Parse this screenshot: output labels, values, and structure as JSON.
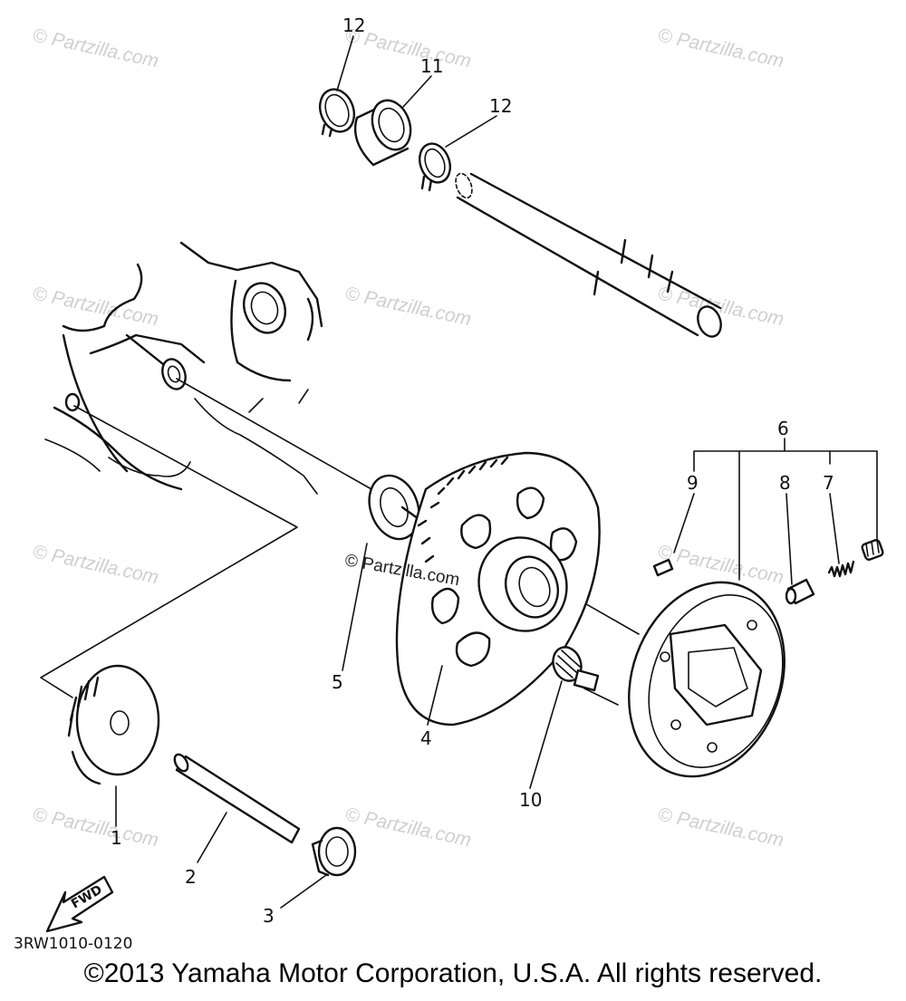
{
  "watermark": {
    "text": "© Partzilla.com",
    "center_text": "© Partzilla.com"
  },
  "callouts": [
    {
      "id": "1",
      "label": "1"
    },
    {
      "id": "2",
      "label": "2"
    },
    {
      "id": "3",
      "label": "3"
    },
    {
      "id": "4",
      "label": "4"
    },
    {
      "id": "5",
      "label": "5"
    },
    {
      "id": "6",
      "label": "6"
    },
    {
      "id": "7",
      "label": "7"
    },
    {
      "id": "8",
      "label": "8"
    },
    {
      "id": "9",
      "label": "9"
    },
    {
      "id": "10",
      "label": "10"
    },
    {
      "id": "11",
      "label": "11"
    },
    {
      "id": "12a",
      "label": "12"
    },
    {
      "id": "12b",
      "label": "12"
    }
  ],
  "direction_arrow": {
    "label": "FWD"
  },
  "diagram_code": "3RW1010-0120",
  "copyright": "©2013 Yamaha Motor Corporation, U.S.A. All rights reserved.",
  "colors": {
    "line": "#111111",
    "watermark": "#cfcfcf",
    "background": "#ffffff"
  }
}
